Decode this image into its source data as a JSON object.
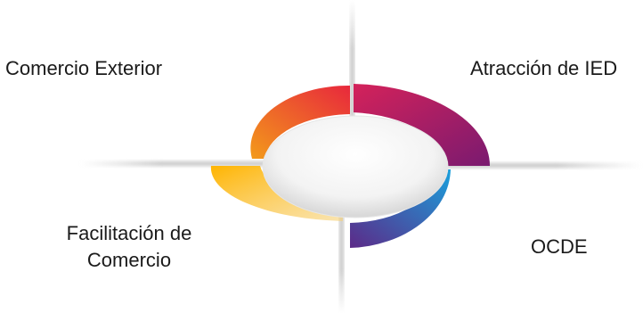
{
  "diagram": {
    "labels": {
      "top_left": "Comercio Exterior",
      "top_right": "Atracción de IED",
      "bottom_left": "Facilitación de Comercio",
      "bottom_right": "OCDE"
    },
    "colors": {
      "segment_top_left": [
        "#f08a1e",
        "#e0303a"
      ],
      "segment_top_right": [
        "#d0245a",
        "#6e1a6e"
      ],
      "segment_bottom_right": [
        "#1a9ad6",
        "#5a2a8a"
      ],
      "segment_bottom_left": [
        "#ffb000",
        "#f6c84a"
      ],
      "divider": "#c8c8c8",
      "center": "#f2f2f2"
    }
  }
}
